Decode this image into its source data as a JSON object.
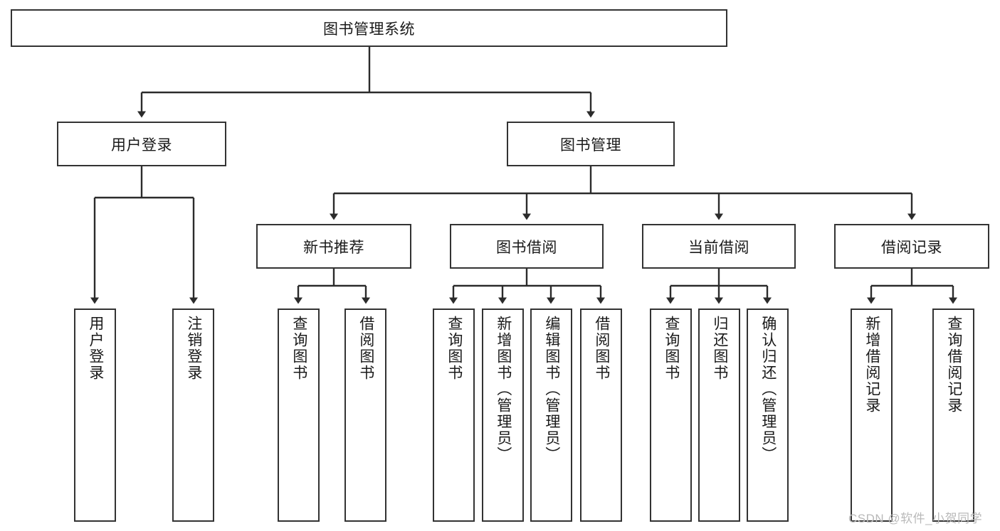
{
  "diagram": {
    "type": "hierarchy-tree",
    "title": "图书管理系统",
    "levels": 4,
    "colors": {
      "box_border": "#333333",
      "box_fill": "#ffffff",
      "edge": "#2b2b2b",
      "text": "#1a1a1a",
      "watermark": "#b9b9b9",
      "background": "#ffffff"
    },
    "root": {
      "label": "图书管理系统",
      "orientation": "horizontal"
    },
    "level2": [
      {
        "label": "用户登录",
        "orientation": "horizontal"
      },
      {
        "label": "图书管理",
        "orientation": "horizontal"
      }
    ],
    "level3": [
      {
        "label": "新书推荐",
        "orientation": "horizontal"
      },
      {
        "label": "图书借阅",
        "orientation": "horizontal"
      },
      {
        "label": "当前借阅",
        "orientation": "horizontal"
      },
      {
        "label": "借阅记录",
        "orientation": "horizontal"
      }
    ],
    "leaves": [
      {
        "label": "用户登录",
        "parent": "用户登录",
        "orientation": "vertical"
      },
      {
        "label": "注销登录",
        "parent": "用户登录",
        "orientation": "vertical"
      },
      {
        "label": "查询图书",
        "parent": "新书推荐",
        "orientation": "vertical"
      },
      {
        "label": "借阅图书",
        "parent": "新书推荐",
        "orientation": "vertical"
      },
      {
        "label": "查询图书",
        "parent": "图书借阅",
        "orientation": "vertical"
      },
      {
        "label": "新增图书（管理员）",
        "parent": "图书借阅",
        "orientation": "vertical"
      },
      {
        "label": "编辑图书（管理员）",
        "parent": "图书借阅",
        "orientation": "vertical"
      },
      {
        "label": "借阅图书",
        "parent": "图书借阅",
        "orientation": "vertical"
      },
      {
        "label": "查询图书",
        "parent": "当前借阅",
        "orientation": "vertical"
      },
      {
        "label": "归还图书",
        "parent": "当前借阅",
        "orientation": "vertical"
      },
      {
        "label": "确认归还（管理员）",
        "parent": "当前借阅",
        "orientation": "vertical"
      },
      {
        "label": "新增借阅记录",
        "parent": "借阅记录",
        "orientation": "vertical"
      },
      {
        "label": "查询借阅记录",
        "parent": "借阅记录",
        "orientation": "vertical"
      }
    ]
  },
  "watermark": {
    "text": "CSDN @软件_小贺同学"
  }
}
